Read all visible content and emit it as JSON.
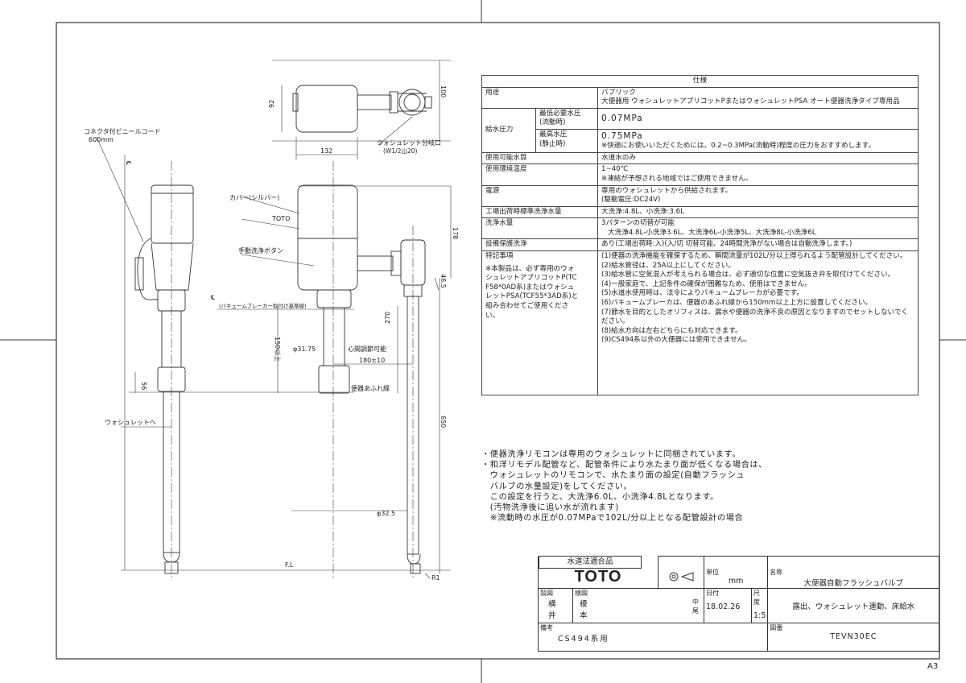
{
  "labels": {
    "cord_line1": "コネクタ付ビニールコード",
    "cord_line2": "600mm",
    "dim_100": "100",
    "dim_92": "92",
    "dim_132": "132",
    "branch_line1": "ウォシュレット分岐口",
    "branch_line2": "(W1/2山20)",
    "cover": "カバー(シルバー)",
    "toto_label": "TOTO",
    "manual_button": "手動洗浄ボタン",
    "vacuum_breaker": "(バキュームブレーカー取付け基準線)",
    "dim_178": "178",
    "dim_46_5": "46.5",
    "dim_150": "150以上",
    "dia_31_75": "φ31.75",
    "center_adjust": "心間調節可能",
    "dim_180": "180±10",
    "dim_270": "270",
    "dim_56": "56",
    "overflow": "便器あふれ縁",
    "to_washlet": "ウォシュレットへ",
    "dim_650": "650",
    "dia_32_5": "φ32.5",
    "fl": "F.L",
    "r1": "R1",
    "cl_mark_1": "℄",
    "cl_mark_2": "℄"
  },
  "spec": {
    "header": "仕様",
    "rows": [
      {
        "label": "用途",
        "lines": [
          "パブリック",
          "大便器用 ウォシュレットアプリコットPまたはウォシュレットPSA オート便器洗浄タイプ専用品"
        ]
      },
      {
        "label": "給水圧力",
        "sub": [
          {
            "label_lines": [
              "最低必要水圧",
              "(流動時)"
            ],
            "value_lines": [
              "0.07MPa"
            ]
          },
          {
            "label_lines": [
              "最高水圧",
              "(静止時)"
            ],
            "value_lines": [
              "0.75MPa",
              "※快適にお使いいただくためには、0.2~0.3MPa(流動時)程度の圧力をおすすめします。"
            ]
          }
        ]
      },
      {
        "label": "使用可能水質",
        "lines": [
          "水道水のみ"
        ]
      },
      {
        "label": "使用環境温度",
        "lines": [
          "1~40℃",
          "※凍結が予想される地域ではご使用できません。"
        ]
      },
      {
        "label": "電源",
        "lines": [
          "専用のウォシュレットから供給されます。",
          "(駆動電圧:DC24V)"
        ]
      },
      {
        "label": "工場出荷時標準洗浄水量",
        "lines": [
          "大洗浄:4.8L、小洗浄:3.6L"
        ]
      },
      {
        "label": "洗浄水量",
        "lines": [
          "3パターンの切替が可能",
          "大洗浄4.8L-小洗浄3.6L、大洗浄6L-小洗浄5L、大洗浄8L-小洗浄6L"
        ]
      },
      {
        "label": "設備保護洗浄",
        "lines": [
          "あり(工場出荷時:入)(入/切 切替可能、24時間洗浄がない場合は自動洗浄します。)"
        ]
      }
    ],
    "special_label": "特記事項",
    "special_side": [
      "※本製品は、必ず専用のウォシュレットアプリコットP(TCF58*0AD系)またはウォシュレットPSA(TCF55*3AD系)と組み合わせてご使用ください。"
    ],
    "special_items": [
      "(1)便器の洗浄機能を確保するため、瞬間流量が102L/分以上得られるよう配管設計してください。",
      "(2)給水管径は、25A以上にしてください。",
      "(3)給水管に空気混入が考えられる場合は、必ず適切な位置に空気抜き弁を取付けてください。",
      "(4)一般家庭で、上記条件の確保が困難なため、使用はできません。",
      "(5)水道水使用時は、法令によりバキュームブレーカが必要です。",
      "(6)バキュームブレーカは、便器のあふれ縁から150mm以上上方に設置してください。",
      "(7)節水を目的としたオリフィスは、漏水や便器の洗浄不良の原因となりますのでセットしないでください。",
      "(8)給水方向は左右どちらにも対応できます。",
      "(9)CS494系以外の大便器には使用できません。"
    ]
  },
  "notes": [
    "・便器洗浄リモコンは専用のウォシュレットに同梱されています。",
    "・和洋リモデル配管など、配管条件により水たまり面が低くなる場合は、",
    "　ウォシュレットのリモコンで、水たまり面の設定(自動フラッシュ",
    "　バルブの水量設定)をしてください。",
    "　この設定を行うと、大洗浄6.0L、小洗浄4.8Lとなります。",
    "　(汚物洗浄後に追い水が流れます)",
    "　※流動時の水圧が0.07MPaで102L/分以上となる配管設計の場合"
  ],
  "title_block": {
    "certified": "水道法適合品",
    "logo": "TOTO",
    "unit_label": "単位",
    "unit": "mm",
    "name_label": "名称",
    "name": "大便器自動フラッシュバルブ",
    "drawn_label": "製図",
    "drawn_1": "横",
    "drawn_2": "井",
    "checked_label": "検図",
    "checked_1": "榎",
    "checked_2": "本",
    "stamp_1": "中",
    "stamp_2": "尾",
    "date_label": "日付",
    "date": "18.02.26",
    "scale_label": "尺度",
    "scale": "1:5",
    "subtitle": "露出、ウォシュレット連動、床給水",
    "remarks_label": "備考",
    "remarks": "CS494系用",
    "drawing_no_label": "図番",
    "drawing_no": "TEVN30EC",
    "sheet": "A3"
  }
}
